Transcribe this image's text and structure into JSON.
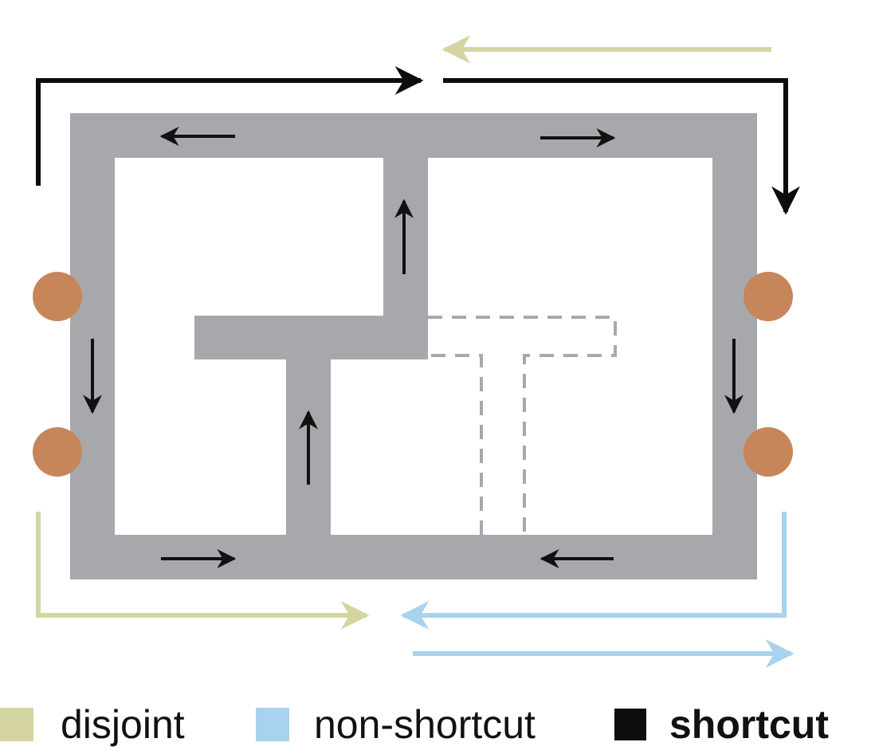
{
  "colors": {
    "corridor": "#a7a8ab",
    "dashed_corridor": "#a7a8ab",
    "disjoint": "#d5d5a3",
    "non_shortcut": "#a8d2ee",
    "shortcut": "#0d0d0d",
    "feeder": "#c6865a",
    "flow_arrow": "#111111"
  },
  "legend": {
    "items": [
      {
        "label": "disjoint",
        "swatch_color": "#d5d5a3",
        "bold": false
      },
      {
        "label": "non-shortcut",
        "swatch_color": "#a8d2ee",
        "bold": false
      },
      {
        "label": "shortcut",
        "swatch_color": "#0d0d0d",
        "bold": true
      }
    ]
  }
}
